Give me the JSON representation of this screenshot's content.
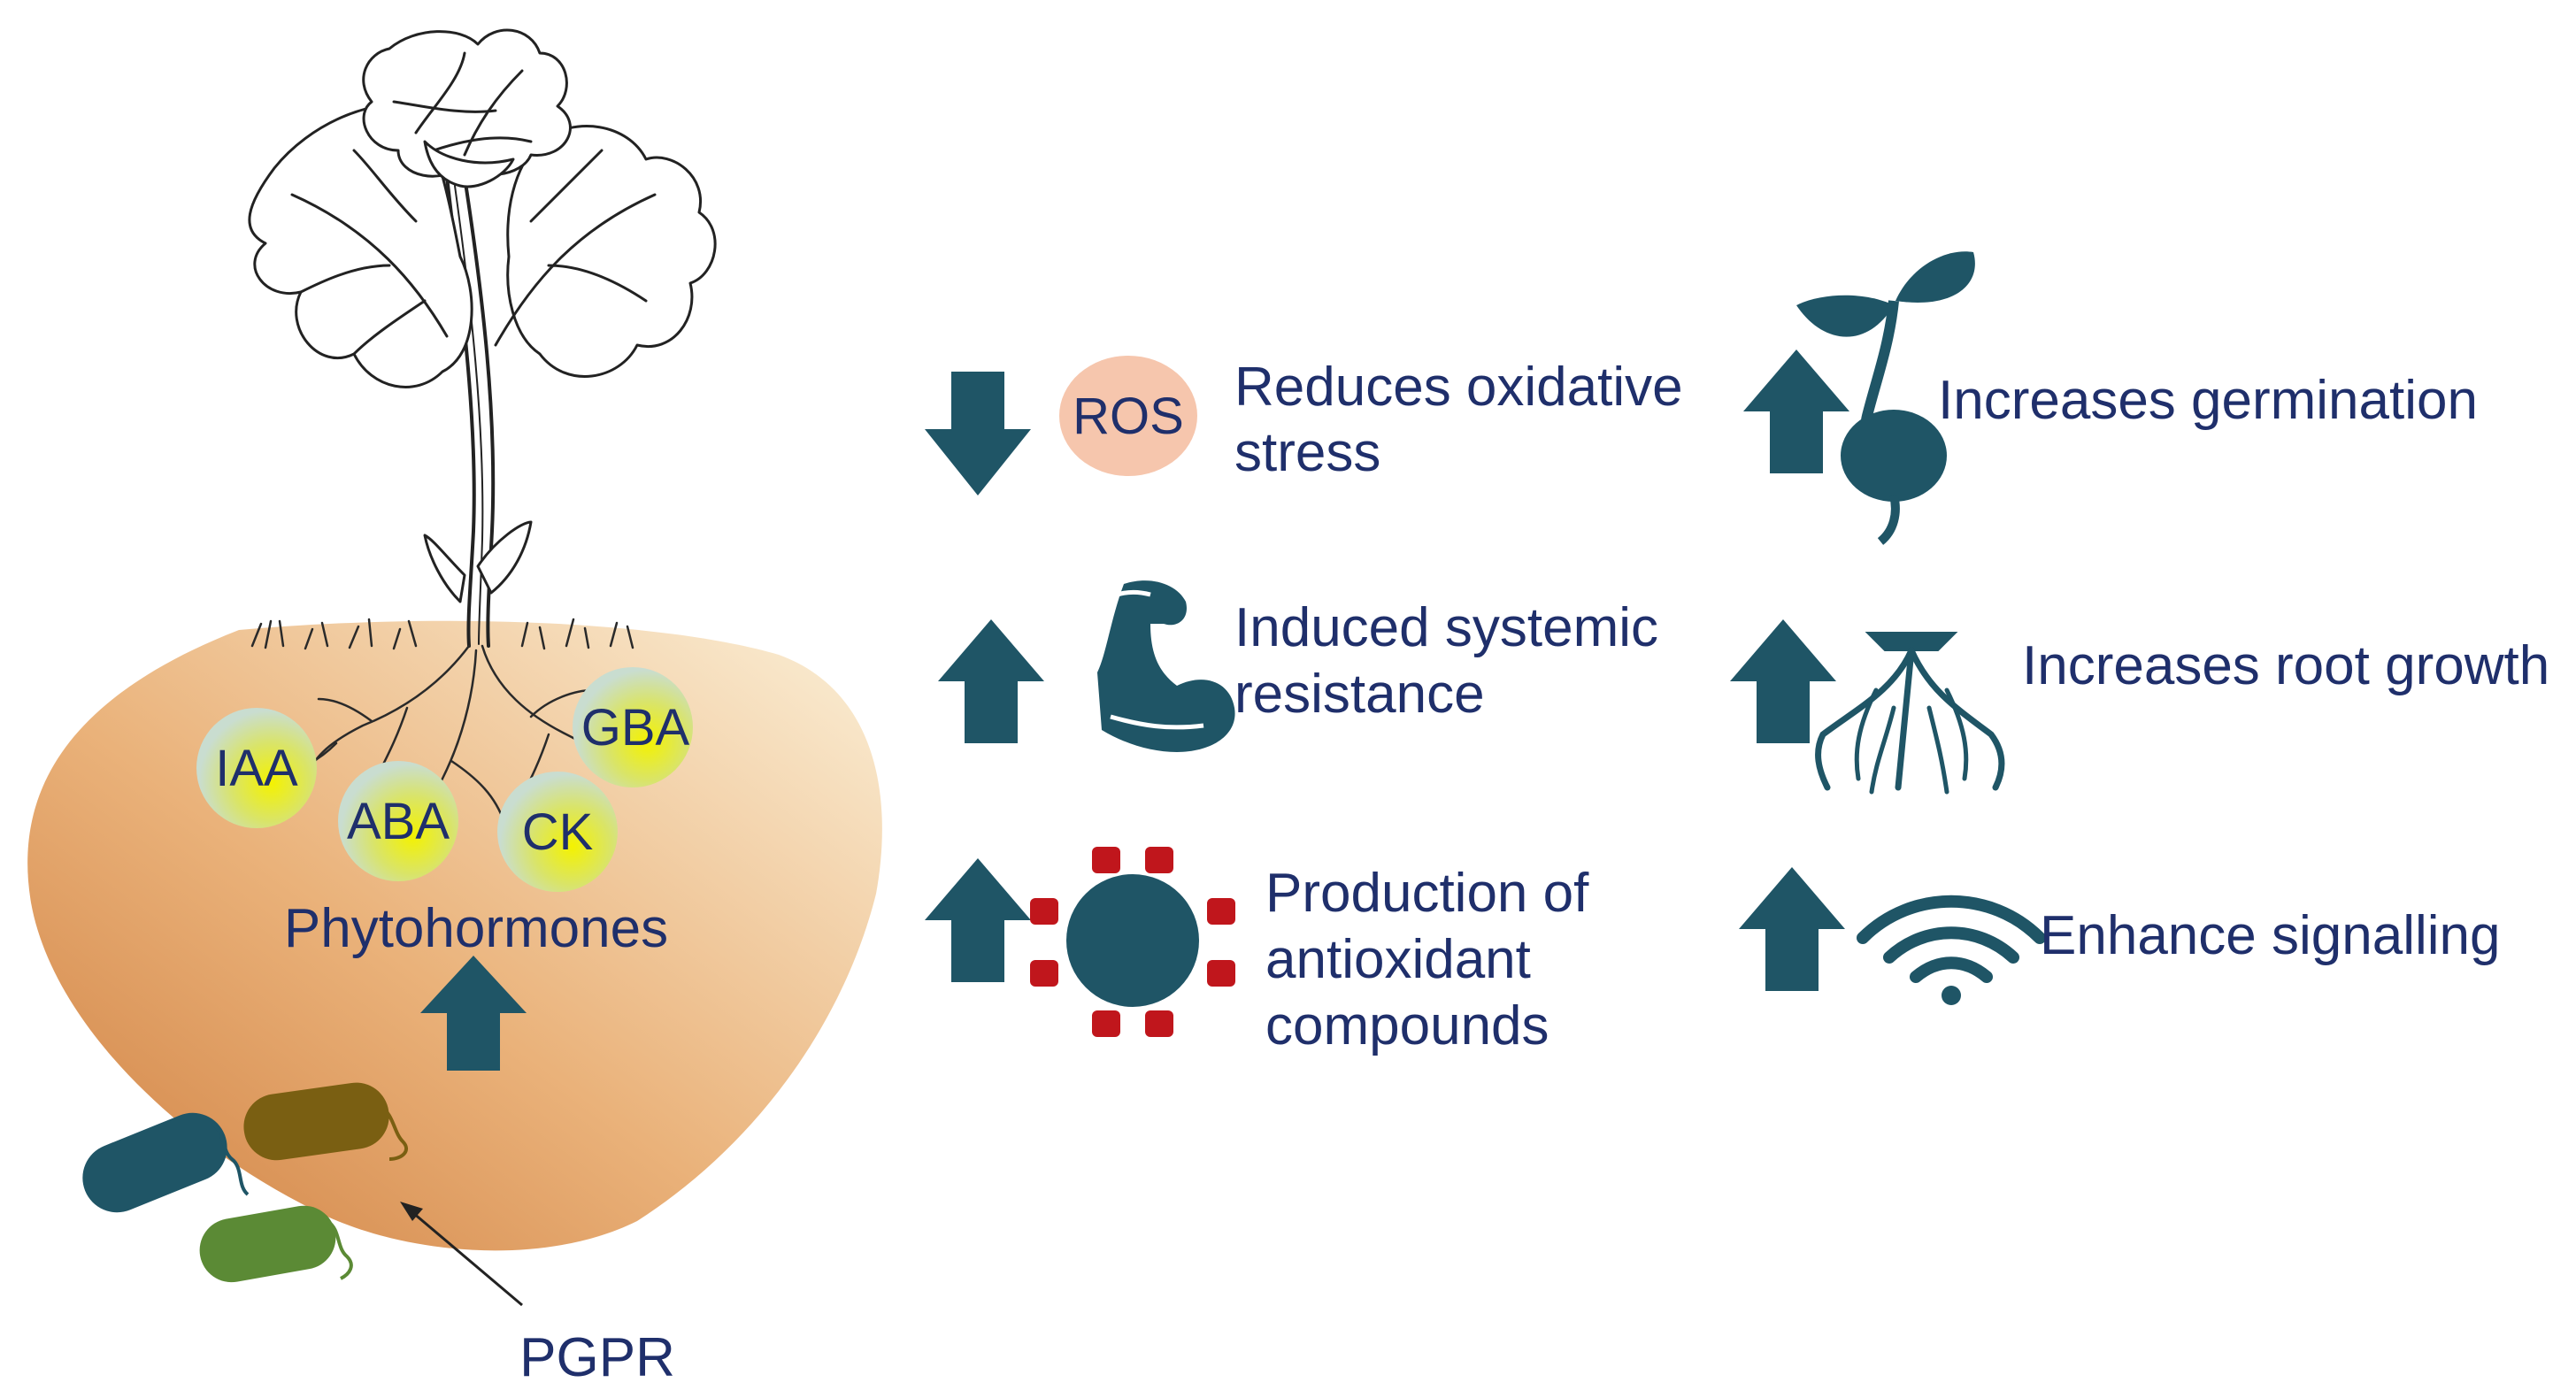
{
  "colors": {
    "arrow": "#1f5566",
    "text": "#1f2f6b",
    "soil_light": "#f6e3c4",
    "soil_dark": "#d38a4f",
    "ros_fill": "#f6c6ad",
    "antioxidant_dot": "#c0161c",
    "bacteria_teal": "#1f5566",
    "bacteria_olive": "#7a5f12",
    "bacteria_green": "#5b8a35"
  },
  "hormones": [
    {
      "id": "iaa",
      "label": "IAA"
    },
    {
      "id": "aba",
      "label": "ABA"
    },
    {
      "id": "ck",
      "label": "CK"
    },
    {
      "id": "gba",
      "label": "GBA"
    }
  ],
  "phytohormones_label": "Phytohormones",
  "pgpr_label": "PGPR",
  "effects": {
    "oxidative": {
      "direction": "down",
      "badge": "ROS",
      "lines": [
        "Reduces oxidative",
        "stress"
      ]
    },
    "isr": {
      "direction": "up",
      "icon": "flexed-arm-icon",
      "lines": [
        "Induced systemic",
        "resistance"
      ]
    },
    "antioxidant": {
      "direction": "up",
      "icon": "antioxidant-molecule-icon",
      "lines": [
        "Production of",
        "antioxidant",
        "compounds"
      ]
    },
    "germination": {
      "direction": "up",
      "icon": "seedling-icon",
      "lines": [
        "Increases germination"
      ]
    },
    "root": {
      "direction": "up",
      "icon": "roots-icon",
      "lines": [
        "Increases root growth"
      ]
    },
    "signalling": {
      "direction": "up",
      "icon": "signal-icon",
      "lines": [
        "Enhance signalling"
      ]
    }
  }
}
